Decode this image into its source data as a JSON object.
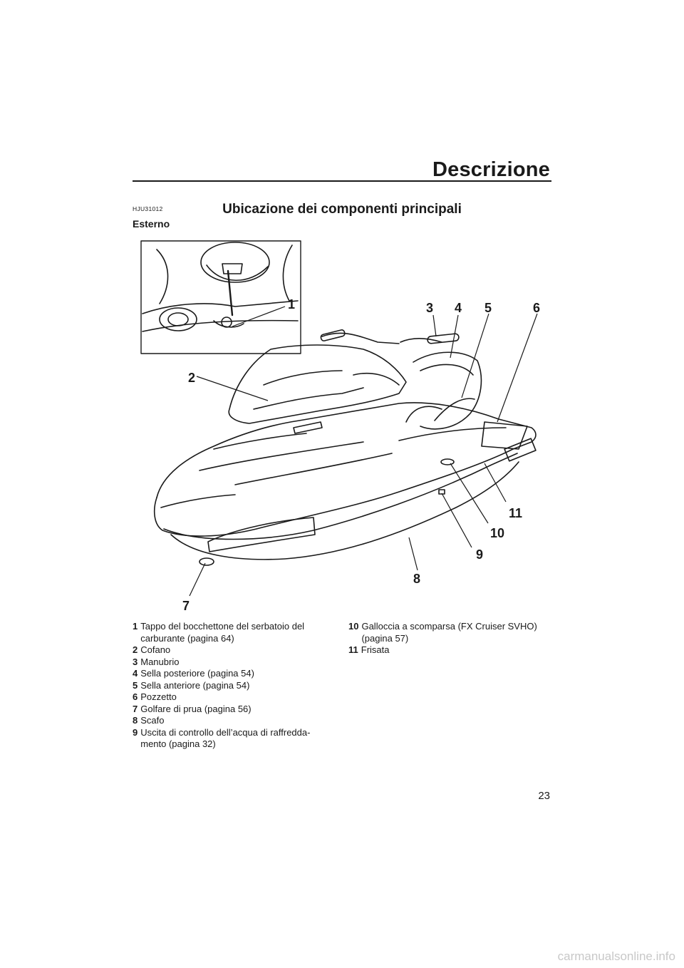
{
  "header": {
    "title": "Descrizione"
  },
  "section": {
    "code": "HJU31012",
    "title": "Ubicazione dei componenti principali",
    "subtitle": "Esterno"
  },
  "figure": {
    "callouts": [
      "1",
      "2",
      "3",
      "4",
      "5",
      "6",
      "7",
      "8",
      "9",
      "10",
      "11"
    ]
  },
  "legend": {
    "left": [
      {
        "num": "1",
        "text": "Tappo del bocchettone del serbatoio del carburante (pagina 64)"
      },
      {
        "num": "2",
        "text": "Cofano"
      },
      {
        "num": "3",
        "text": "Manubrio"
      },
      {
        "num": "4",
        "text": "Sella posteriore (pagina 54)"
      },
      {
        "num": "5",
        "text": "Sella anteriore (pagina 54)"
      },
      {
        "num": "6",
        "text": "Pozzetto"
      },
      {
        "num": "7",
        "text": "Golfare di prua (pagina 56)"
      },
      {
        "num": "8",
        "text": "Scafo"
      },
      {
        "num": "9",
        "text": "Uscita di controllo dell’acqua di raffredda-mento (pagina 32)"
      }
    ],
    "right": [
      {
        "num": "10",
        "text": "Galloccia a scomparsa (FX Cruiser SVHO) (pagina 57)"
      },
      {
        "num": "11",
        "text": "Frisata"
      }
    ]
  },
  "page": {
    "number": "23"
  },
  "watermark": {
    "text": "carmanualsonline.info"
  }
}
